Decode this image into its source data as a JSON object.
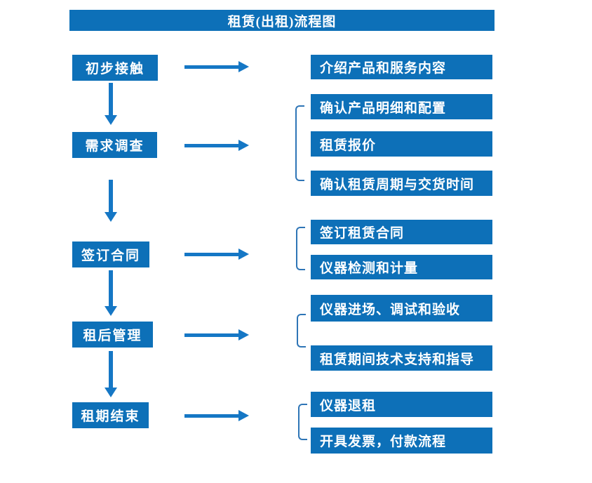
{
  "title": "租赁(出租)流程图",
  "colors": {
    "box_blue": "#0d70b8",
    "arrow_blue": "#1577c5",
    "bracket_blue": "#2e75b6",
    "text_white": "#ffffff",
    "background": "#ffffff"
  },
  "stages": [
    {
      "label": "初步接触",
      "outputs": [
        "介绍产品和服务内容"
      ]
    },
    {
      "label": "需求调查",
      "outputs": [
        "确认产品明细和配置",
        "租赁报价",
        "确认租赁周期与交货时间"
      ]
    },
    {
      "label": "签订合同",
      "outputs": [
        "签订租赁合同",
        "仪器检测和计量"
      ]
    },
    {
      "label": "租后管理",
      "outputs": [
        "仪器进场、调试和验收",
        "租赁期间技术支持和指导"
      ]
    },
    {
      "label": "租期结束",
      "outputs": [
        "仪器退租",
        "开具发票，付款流程"
      ]
    }
  ]
}
